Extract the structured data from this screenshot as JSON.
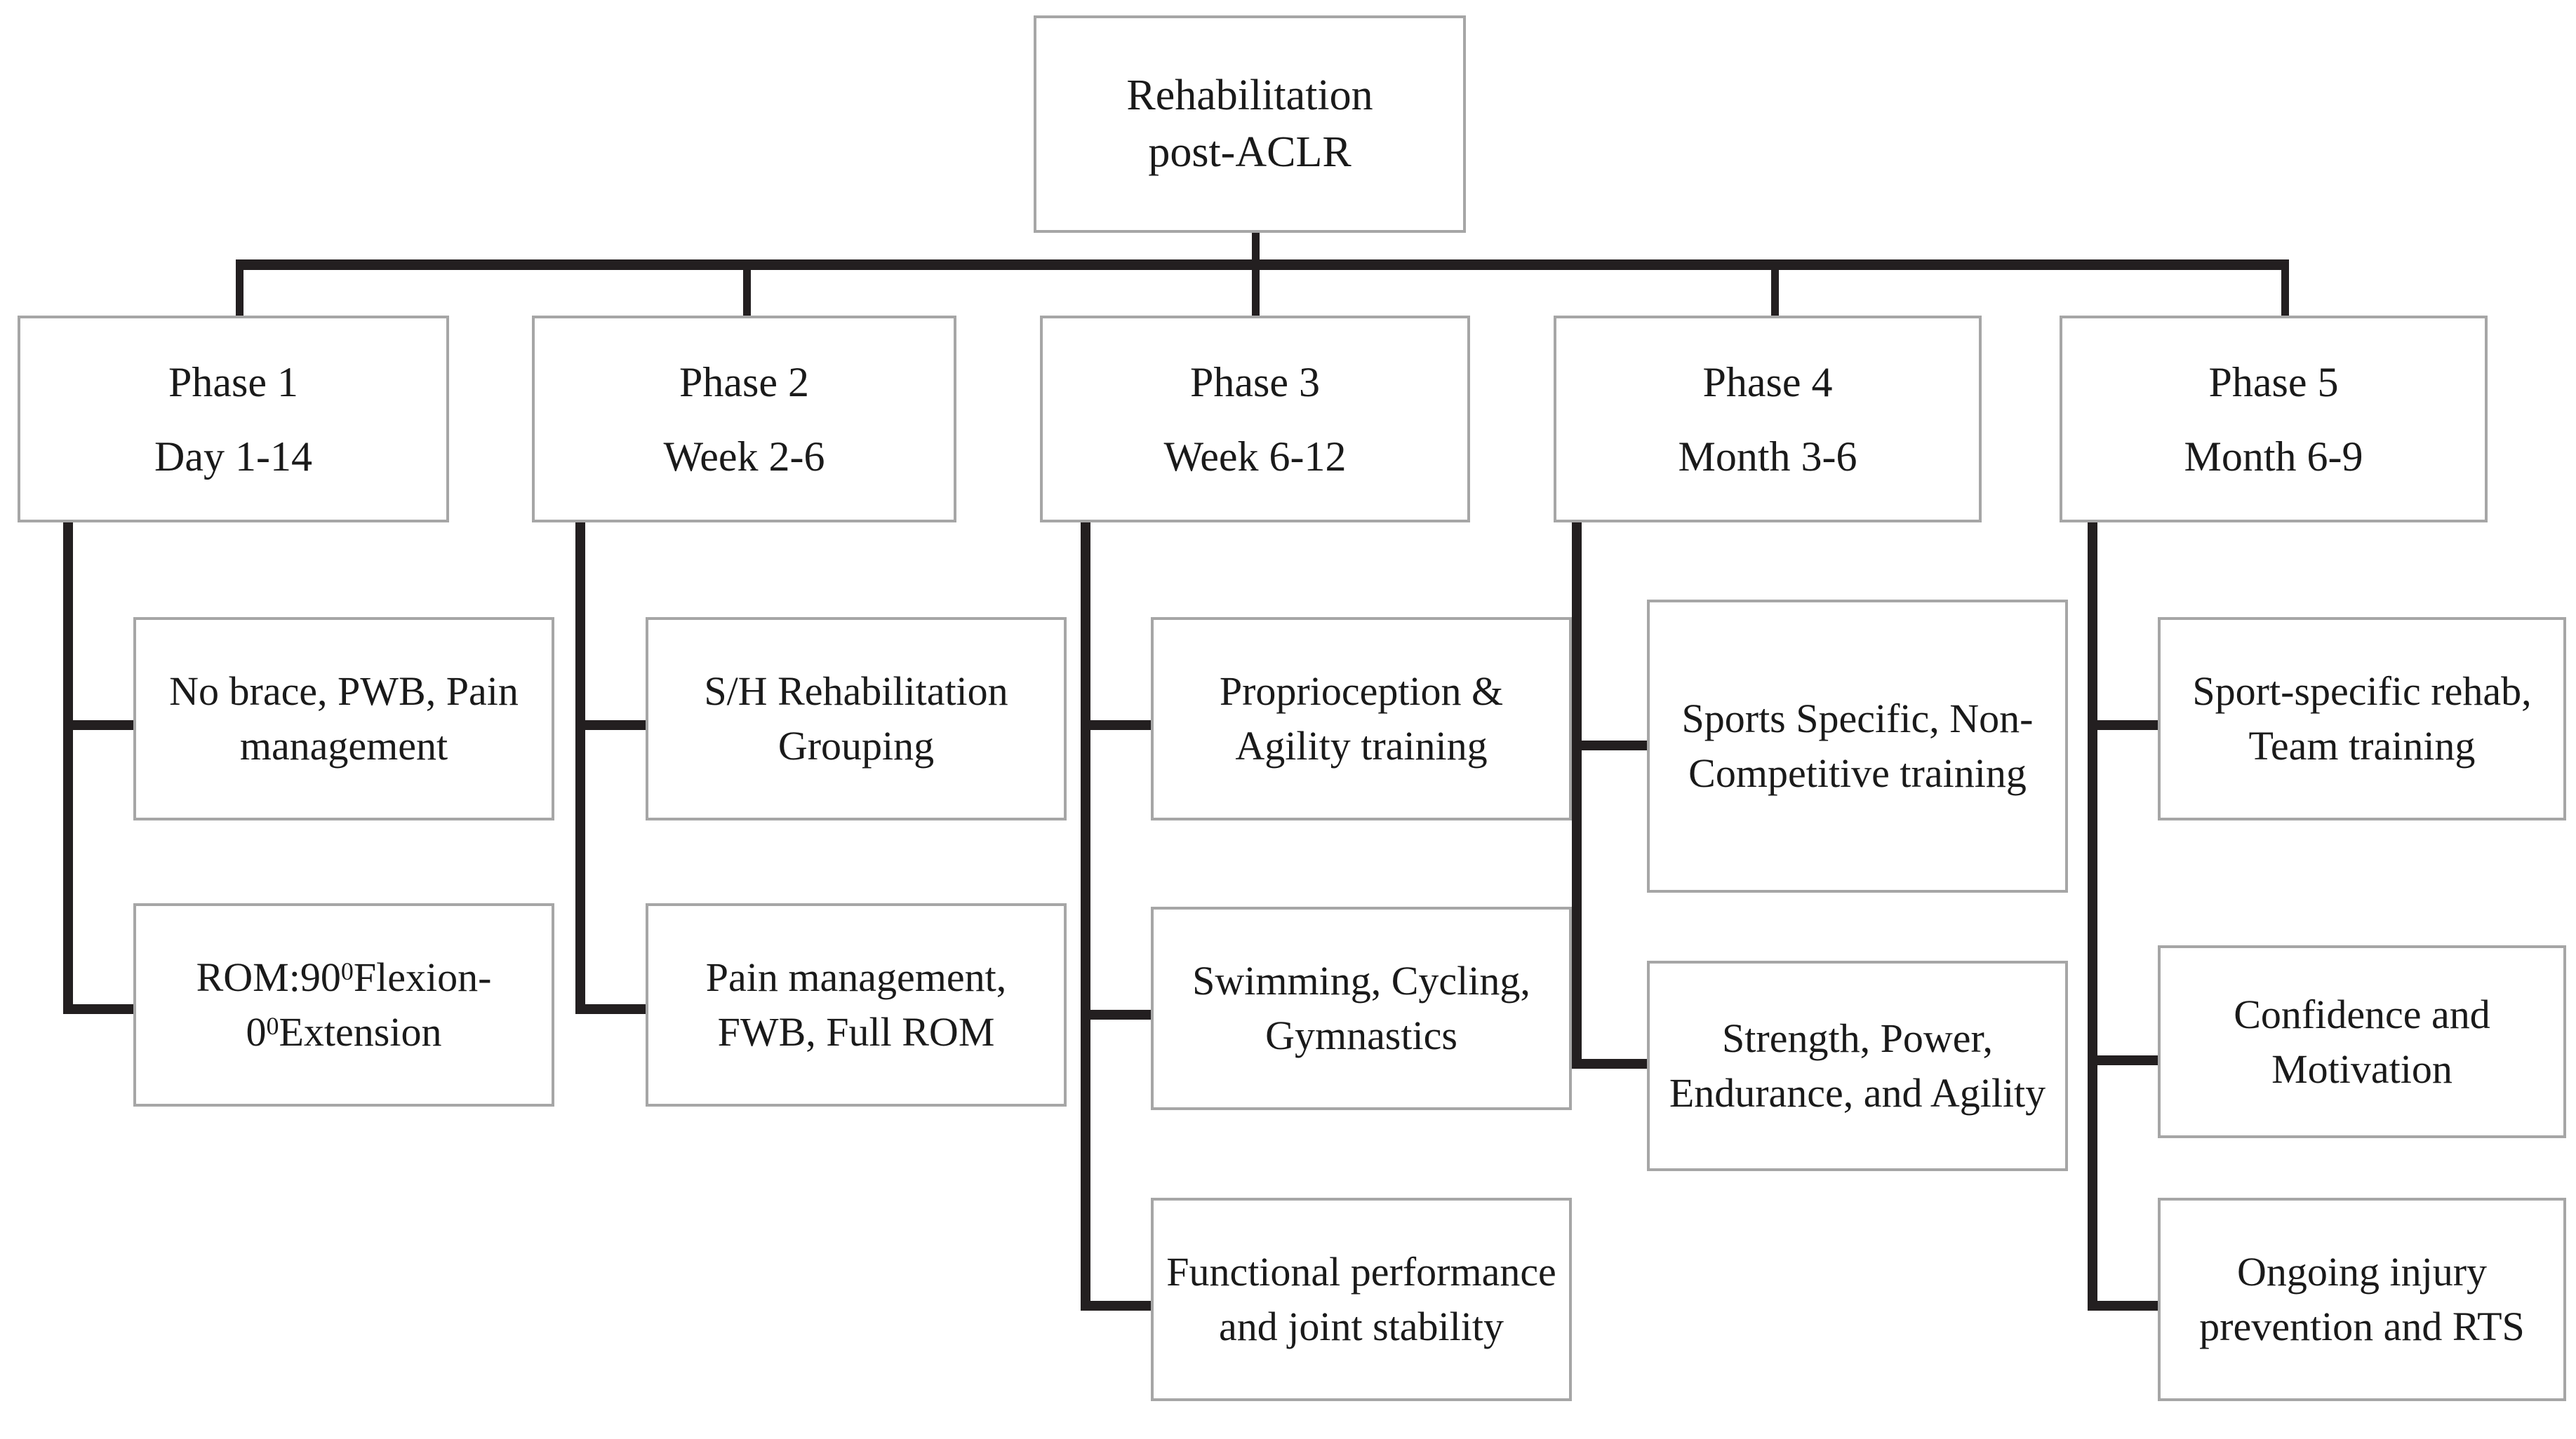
{
  "diagram": {
    "title": "Rehabilitation post-ACLR",
    "root": {
      "label": "Rehabilitation post-ACLR",
      "line1": "Rehabilitation",
      "line2": "post-ACLR"
    },
    "colors": {
      "box_border": "#a6a6a6",
      "connector": "#231f20",
      "text": "#1a1a1a",
      "background": "#ffffff"
    },
    "phases": [
      {
        "name": "Phase 1",
        "timeframe": "Day 1-14",
        "children": [
          {
            "text": "No brace, PWB, Pain management"
          },
          {
            "text_pre": "ROM:90",
            "sup1": "0",
            "text_mid": "Flexion-0",
            "sup2": "0",
            "text_post": "Extension"
          }
        ]
      },
      {
        "name": "Phase 2",
        "timeframe": "Week 2-6",
        "children": [
          {
            "text": "S/H Rehabilitation Grouping"
          },
          {
            "text": "Pain management, FWB, Full ROM"
          }
        ]
      },
      {
        "name": "Phase 3",
        "timeframe": "Week 6-12",
        "children": [
          {
            "text": "Proprioception & Agility training"
          },
          {
            "text": "Swimming, Cycling, Gymnastics"
          },
          {
            "text": "Functional performance and joint stability"
          }
        ]
      },
      {
        "name": "Phase 4",
        "timeframe": "Month 3-6",
        "children": [
          {
            "text": "Sports Specific, Non-Competitive training"
          },
          {
            "text": "Strength, Power, Endurance, and Agility"
          }
        ]
      },
      {
        "name": "Phase 5",
        "timeframe": "Month 6-9",
        "children": [
          {
            "text": "Sport-specific rehab, Team training"
          },
          {
            "text": "Confidence and Motivation"
          },
          {
            "text": "Ongoing injury prevention and RTS"
          }
        ]
      }
    ]
  }
}
